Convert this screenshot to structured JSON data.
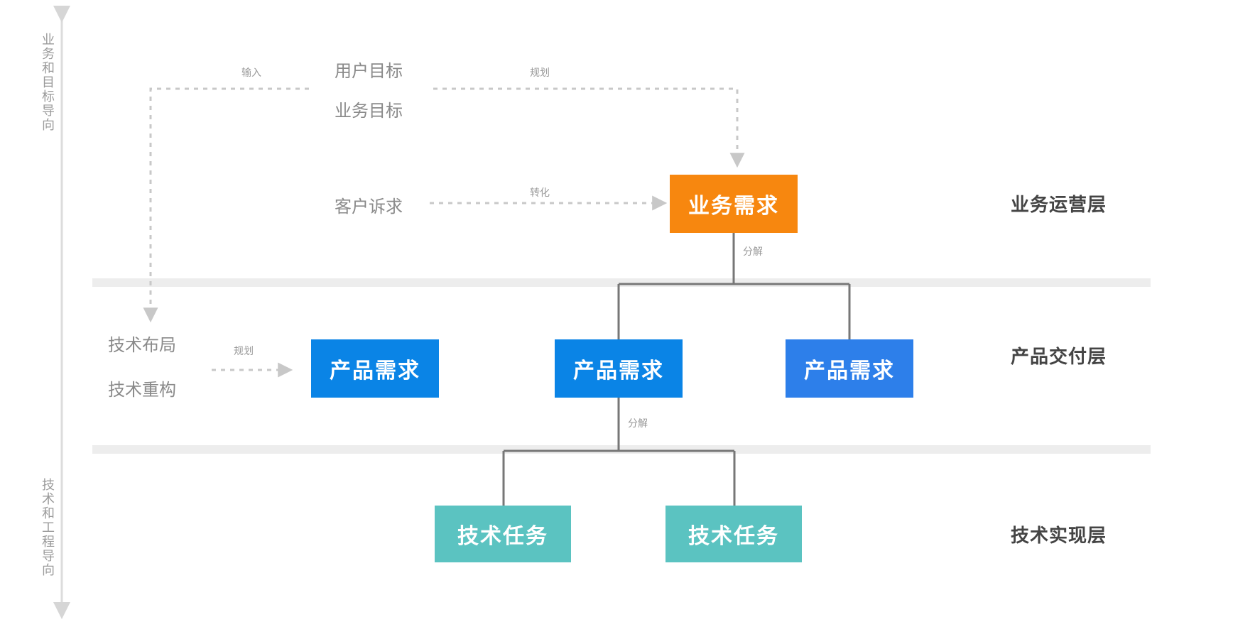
{
  "axis": {
    "top_label": "业务和目标导向",
    "bottom_label": "技术和工程导向"
  },
  "inputs": {
    "user_goal": "用户目标",
    "business_goal": "业务目标",
    "customer_demand": "客户诉求",
    "tech_layout": "技术布局",
    "tech_refactor": "技术重构"
  },
  "edge_labels": {
    "input": "输入",
    "plan_top": "规划",
    "transform": "转化",
    "decompose_top": "分解",
    "plan_left": "规划",
    "decompose_mid": "分解"
  },
  "boxes": {
    "business_req": "业务需求",
    "product_req_1": "产品需求",
    "product_req_2": "产品需求",
    "product_req_3": "产品需求",
    "tech_task_1": "技术任务",
    "tech_task_2": "技术任务"
  },
  "layers": {
    "business": "业务运营层",
    "product": "产品交付层",
    "tech": "技术实现层"
  },
  "colors": {
    "orange": "#F7870F",
    "blue": "#0A84E6",
    "blue_light": "#2D7FEA",
    "teal": "#5BC3C1",
    "band": "#EDEDED",
    "connector": "#777777",
    "dashed": "#C8C8C8"
  }
}
